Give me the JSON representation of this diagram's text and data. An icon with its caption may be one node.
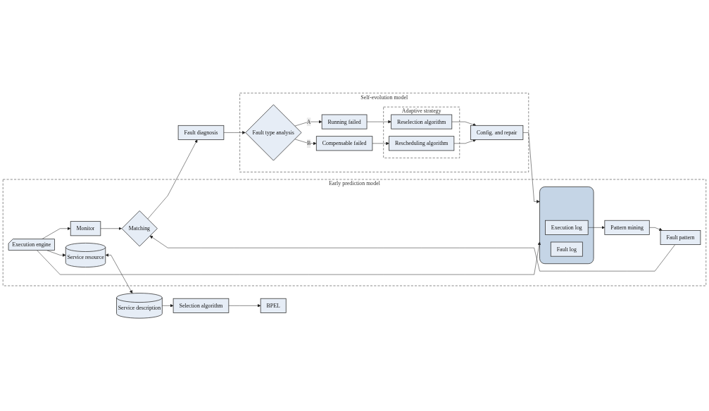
{
  "diagram": {
    "nodes": [
      {
        "text": [
          "Early prediction model"
        ]
      },
      {
        "text": [
          "Matching"
        ],
        "in": 0
      },
      {
        "text": [
          "Monitor"
        ],
        "in": 0
      },
      {
        "text": [
          "Fault pattern"
        ],
        "in": 0
      },
      {
        "text": [
          "Execution engine"
        ],
        "in": 0
      },
      {
        "text": [
          "Pattern mining"
        ],
        "in": 0
      },
      {
        "text": [],
        "shape": "cylinder",
        "in": 0
      },
      {
        "text": [
          "Execution log"
        ],
        "in": 6
      },
      {
        "text": [
          "Fault log"
        ],
        "in": 6
      },
      {
        "text": [
          "Service resource"
        ],
        "in": 0
      },
      {
        "text": [
          "Fault diagnosis"
        ]
      },
      {
        "text": [
          "BPEL"
        ]
      },
      {
        "text": [
          "Selection algorithm"
        ]
      },
      {
        "text": [
          "Service description"
        ]
      },
      {
        "text": [
          "Self-evolution model"
        ]
      },
      {
        "text": [
          "Fault type analysis"
        ],
        "in": 14
      },
      {
        "text": [
          "Running failed"
        ],
        "in": 14
      },
      {
        "text": [
          "Compensable failed"
        ],
        "in": 14
      },
      {
        "text": [
          "Adaptive strategy"
        ],
        "in": 14
      },
      {
        "text": [
          "Reselection algorithm"
        ],
        "in": 18
      },
      {
        "text": [
          "Rescheduling algorithm"
        ],
        "in": 18
      },
      {
        "text": [
          "Config. and repair"
        ],
        "in": 14
      }
    ],
    "edges": [
      {
        "from": 2,
        "to": 1,
        "arrow": "to"
      },
      {
        "from": 3,
        "to": 1,
        "arrow": "to"
      },
      {
        "from": 1,
        "to": 10,
        "arrow": "to"
      },
      {
        "from": 10,
        "to": 15,
        "arrow": "to"
      },
      {
        "from": 4,
        "to": 2,
        "arrow": "to"
      },
      {
        "from": 5,
        "to": 3,
        "arrow": "to"
      },
      {
        "from": 7,
        "to": 5,
        "arrow": "to"
      },
      {
        "from": 4,
        "to": 6,
        "arrow": "to"
      },
      {
        "from": 4,
        "to": 9,
        "arrow": "to"
      },
      {
        "from": 9,
        "to": 13,
        "arrow": "both"
      },
      {
        "from": 13,
        "to": 12,
        "arrow": "to"
      },
      {
        "from": 12,
        "to": 11,
        "arrow": "to"
      },
      {
        "from": 15,
        "to": 16,
        "label": "A",
        "arrow": "to"
      },
      {
        "from": 15,
        "to": 17,
        "label": "B",
        "arrow": "to"
      },
      {
        "from": 16,
        "to": 19,
        "arrow": "to"
      },
      {
        "from": 17,
        "to": 20,
        "arrow": "to"
      },
      {
        "from": 19,
        "to": 21,
        "arrow": "to"
      },
      {
        "from": 20,
        "to": 21,
        "arrow": "to"
      },
      {
        "from": 21,
        "to": 6,
        "arrow": "to"
      }
    ]
  }
}
